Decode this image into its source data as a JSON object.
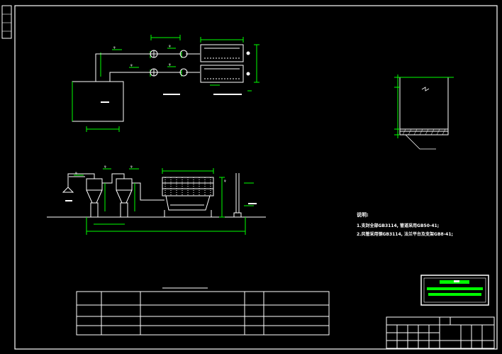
{
  "notes": {
    "heading": "说明:",
    "line1": "1.支封全部GB3114, 管道采用GB50-41;",
    "line2": "2.风管采用钢GB3114, 法兰平台及支架GB8-41;"
  },
  "pipe_tag": "φ",
  "colors": {
    "background": "#000000",
    "frame": "#ffffff",
    "dimension": "#00ff00",
    "label": "#ffffff"
  }
}
